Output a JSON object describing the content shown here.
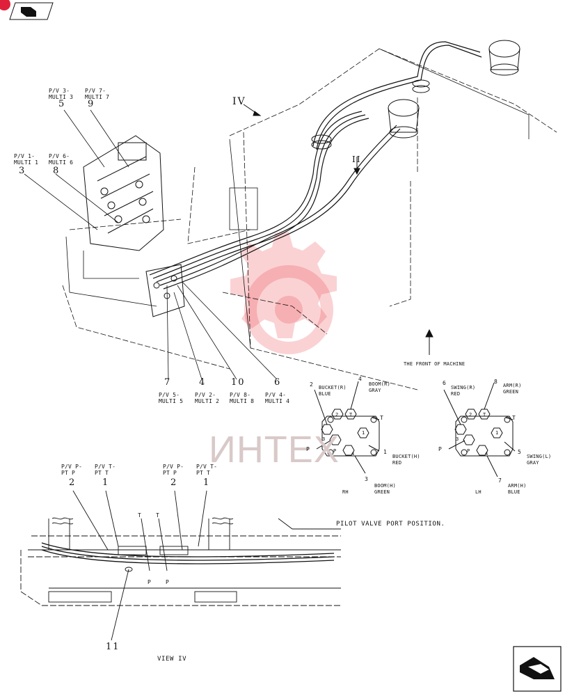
{
  "callouts": {
    "pv3": "P/V 3-\nMULTI 3",
    "pv7": "P/V 7-\nMULTI 7",
    "pv1": "P/V 1-\nMULTI 1",
    "pv6": "P/V 6-\nMULTI 6",
    "n5": "5",
    "n9": "9",
    "n3": "3",
    "n8": "8",
    "pv5": "P/V 5-\nMULTI 5",
    "pv2": "P/V 2-\nMULTI 2",
    "pv8": "P/V 8-\nMULTI 8",
    "pv4": "P/V 4-\nMULTI 4",
    "n7": "7",
    "n4": "4",
    "n10": "10",
    "n6": "6"
  },
  "view_marks": {
    "iv": "IV",
    "ii": "II"
  },
  "front_label": "THE FRONT OF MACHINE",
  "rh_diagram": {
    "side": "RH",
    "bucket_r": "BUCKET(R)\nBLUE",
    "boom_r": "BOOM(R)\nGRAY",
    "bucket_h": "BUCKET(H)\nRED",
    "boom_h": "BOOM(H)\nGREEN",
    "n2": "2",
    "n4": "4",
    "n1": "1",
    "n3": "3",
    "t": "T",
    "p": "P",
    "ports": [
      "2",
      "T",
      "1",
      "4",
      "P",
      "3"
    ]
  },
  "lh_diagram": {
    "side": "LH",
    "swing_r": "SWING(R)\nRED",
    "arm_r": "ARM(R)\nGREEN",
    "swing_l": "SWING(L)\nGRAY",
    "arm_h": "ARM(H)\nBLUE",
    "n6": "6",
    "n8": "8",
    "n5": "5",
    "n7": "7",
    "t": "T",
    "p": "P",
    "ports": [
      "2",
      "T",
      "1",
      "4",
      "P",
      "3"
    ]
  },
  "pilot_title": "PILOT VALVE PORT POSITION.",
  "view_iv": {
    "pvp_a": "P/V P-\nPT P",
    "pvt_a": "P/V T-\nPT T",
    "pvp_b": "P/V P-\nPT P",
    "pvt_b": "P/V T-\nPT T",
    "n2a": "2",
    "n1a": "1",
    "n2b": "2",
    "n1b": "1",
    "t1": "T",
    "t2": "T",
    "p1": "P",
    "p2": "P",
    "n11": "11",
    "caption": "VIEW IV"
  },
  "watermark": "ИНТЕХ",
  "colors": {
    "line": "#111111",
    "watermark": "#e8343a",
    "watermark_text": "#d9c9c9",
    "badge": "#e0203a"
  },
  "icons": {
    "prev": "arrow-left-icon",
    "next": "arrow-forward-icon"
  }
}
